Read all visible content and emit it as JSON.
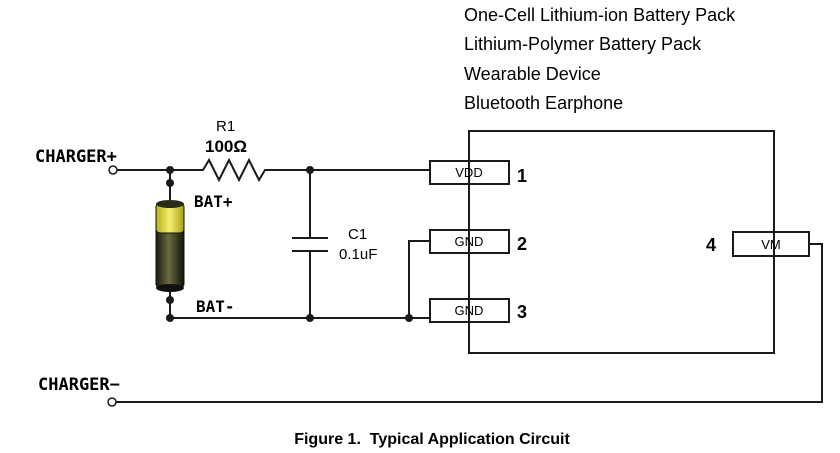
{
  "applications": [
    "One-Cell Lithium-ion Battery Pack",
    "Lithium-Polymer Battery Pack",
    "Wearable Device",
    "Bluetooth Earphone"
  ],
  "labels": {
    "charger_plus": "CHARGER+",
    "charger_minus": "CHARGER−",
    "bat_plus": "BAT+",
    "bat_minus": "BAT-",
    "r1_name": "R1",
    "r1_value": "100Ω",
    "c1_name": "C1",
    "c1_value": "0.1uF"
  },
  "pins": [
    {
      "num": "1",
      "name": "VDD"
    },
    {
      "num": "2",
      "name": "GND"
    },
    {
      "num": "3",
      "name": "GND"
    },
    {
      "num": "4",
      "name": "VM"
    }
  ],
  "caption": "Figure 1.  Typical Application Circuit",
  "colors": {
    "battery_body": "#2a2a18",
    "battery_top": "#d8d23a",
    "wire": "#1a1a1a"
  }
}
